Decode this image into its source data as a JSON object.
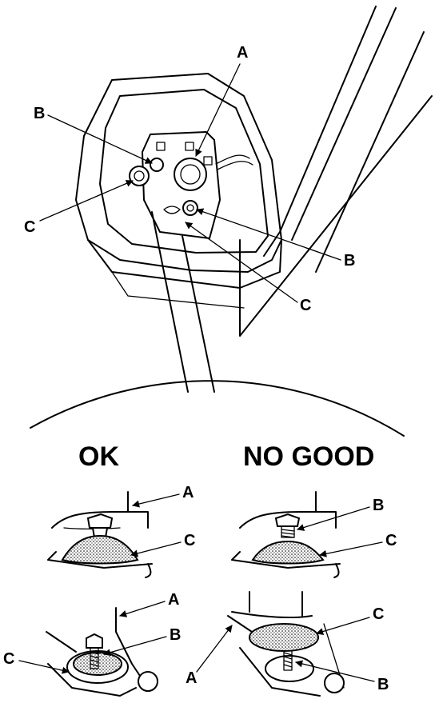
{
  "headings": {
    "ok": "OK",
    "no_good": "NO GOOD"
  },
  "labels": {
    "top_a": "A",
    "top_b_left": "B",
    "top_c_left": "C",
    "top_b_right": "B",
    "top_c_right": "C",
    "ok_upper_a": "A",
    "ok_upper_c": "C",
    "ok_lower_a": "A",
    "ok_lower_b": "B",
    "ok_lower_c": "C",
    "ng_upper_b": "B",
    "ng_upper_c": "C",
    "ng_lower_c": "C",
    "ng_lower_a": "A",
    "ng_lower_b": "B"
  }
}
